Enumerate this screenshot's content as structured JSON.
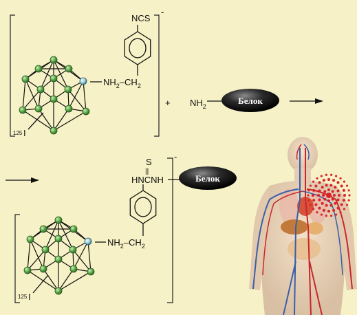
{
  "reactant": {
    "ncs_label": "NCS",
    "charge": "-",
    "amine": {
      "nh": "NH",
      "nh_sub": "2",
      "dash": "–",
      "ch": "CH",
      "ch_sub": "2"
    },
    "isotope_mass": "125",
    "isotope_symbol": "I"
  },
  "plus_sign": "+",
  "protein_amine": {
    "nh": "NH",
    "nh_sub": "2"
  },
  "protein_label": "Белок",
  "product": {
    "thio_s": "S",
    "thio_eq": "||",
    "thiourea": "HNCNH",
    "charge": "-",
    "amine": {
      "nh": "NH",
      "nh_sub": "2",
      "dash": "–",
      "ch": "CH",
      "ch_sub": "2"
    },
    "isotope_mass": "125",
    "isotope_symbol": "I"
  },
  "colors": {
    "background": "#f6f1c6",
    "atom": "#5fae4a",
    "boron_n": "#9fd0dc",
    "protein": "#111111",
    "vein": "#3a5ea8",
    "artery": "#c8262b",
    "target": "#d8232a"
  }
}
